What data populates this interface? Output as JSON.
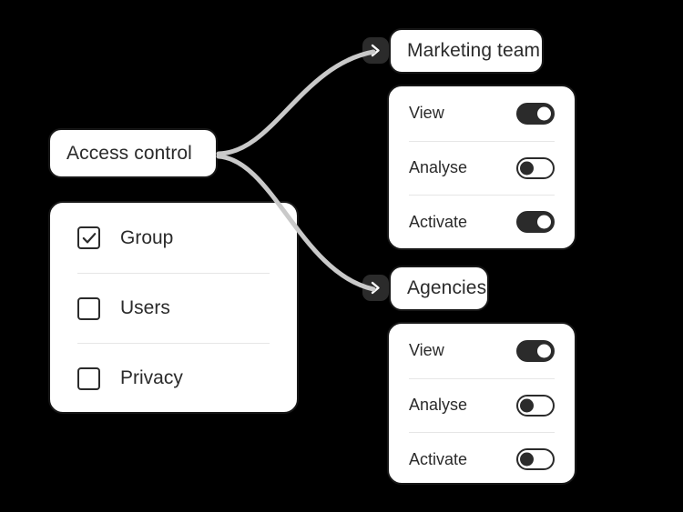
{
  "canvas": {
    "background": "#000000",
    "node_fill": "#ffffff",
    "node_border": "#171717",
    "text_color": "#2b2b2b",
    "divider_color": "#e6e6e6",
    "connector_color": "#c9c9c9",
    "badge_fill": "#2b2b2b"
  },
  "root_node": {
    "label": "Access control",
    "icon": "node-icon"
  },
  "options_card": {
    "items": [
      {
        "label": "Group",
        "checked": true,
        "icon": "checkbox-checked-icon"
      },
      {
        "label": "Users",
        "checked": false,
        "icon": "checkbox-unchecked-icon"
      },
      {
        "label": "Privacy",
        "checked": false,
        "icon": "checkbox-unchecked-icon"
      }
    ]
  },
  "branches": [
    {
      "id": "marketing",
      "label": "Marketing team",
      "badge_icon": "chevron-right-icon",
      "permissions": [
        {
          "label": "View",
          "enabled": true
        },
        {
          "label": "Analyse",
          "enabled": false
        },
        {
          "label": "Activate",
          "enabled": true
        }
      ]
    },
    {
      "id": "agencies",
      "label": "Agencies",
      "badge_icon": "chevron-right-icon",
      "permissions": [
        {
          "label": "View",
          "enabled": true
        },
        {
          "label": "Analyse",
          "enabled": false
        },
        {
          "label": "Activate",
          "enabled": false
        }
      ]
    }
  ]
}
